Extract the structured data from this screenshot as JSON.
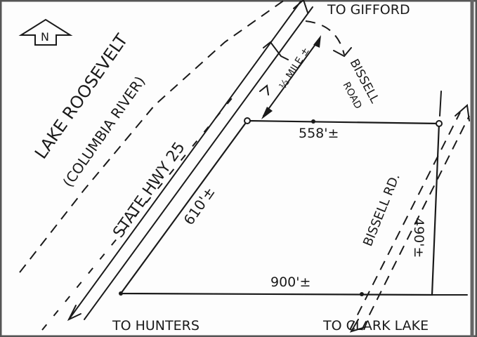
{
  "north_label": "N",
  "water": {
    "name": "LAKE ROOSEVELT",
    "subtitle": "(COLUMBIA RIVER)"
  },
  "highway": {
    "name": "STATE HWY 25",
    "to_north": "TO GIFFORD",
    "to_south": "TO HUNTERS"
  },
  "distance_to_road": "½ MILE ±",
  "bissell_north": {
    "line1": "BISSELL",
    "line2": "ROAD"
  },
  "bissell_south": {
    "name": "BISSELL RD.",
    "to": "TO CLARK LAKE"
  },
  "parcel": {
    "north_side": "558'±",
    "south_side": "900'±",
    "west_side": "610'±",
    "east_side": "490'±"
  },
  "colors": {
    "ink": "#1a1a1a",
    "paper": "#fdfdfd",
    "border": "#555555"
  }
}
